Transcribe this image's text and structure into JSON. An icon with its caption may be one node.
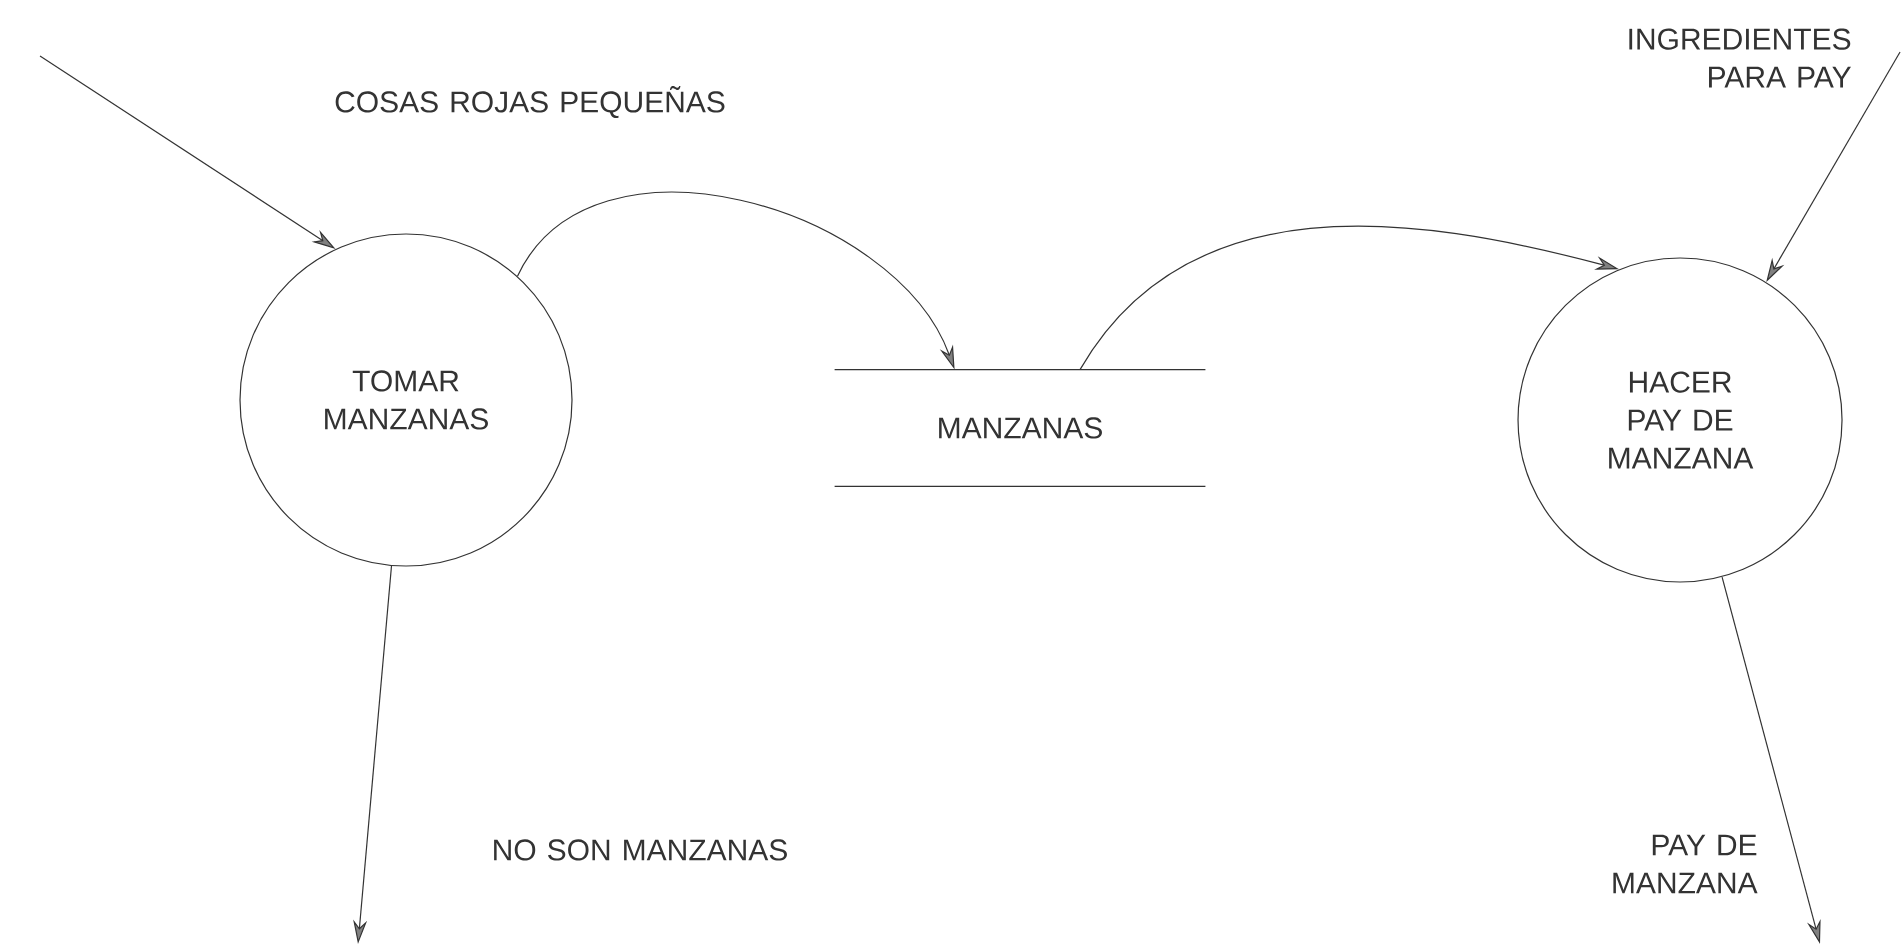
{
  "diagram": {
    "nodes": [
      {
        "text": [
          "TOMAR MANZANAS"
        ]
      },
      {
        "text": [
          "MANZANAS"
        ]
      },
      {
        "text": [
          "HACER PAY DE MANZANA"
        ]
      }
    ],
    "edges": [
      {
        "from": null,
        "to": 0,
        "arrow": "to",
        "label": "COSAS ROJAS PEQUEÑAS"
      },
      {
        "from": 0,
        "to": 1,
        "arrow": "to"
      },
      {
        "from": 1,
        "to": 2,
        "arrow": "to"
      },
      {
        "from": null,
        "to": 2,
        "arrow": "to",
        "label": "INGREDIENTES PARA PAY"
      },
      {
        "from": 0,
        "to": null,
        "arrow": "to",
        "label": "NO SON MANZANAS"
      },
      {
        "from": 2,
        "to": null,
        "arrow": "to",
        "label": "PAY DE MANZANA"
      }
    ]
  }
}
